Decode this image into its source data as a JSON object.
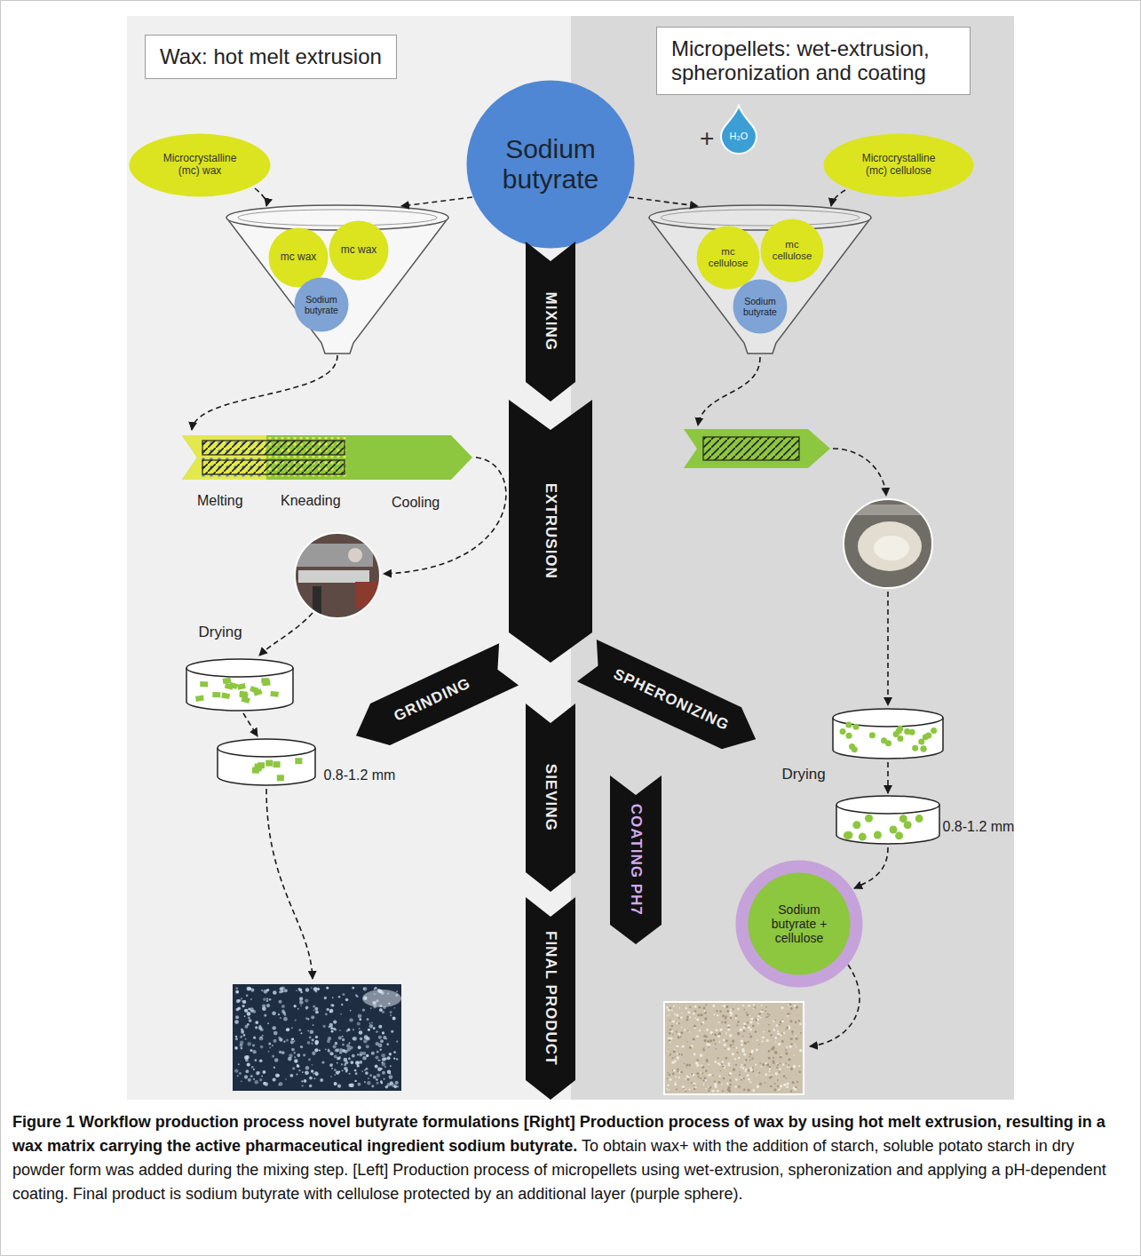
{
  "diagram": {
    "caption": "Figure 1 Workflow production process novel butyrate formulations [Right] Production process of wax by using hot melt extrusion, resulting in a wax matrix carrying the active pharmaceutical ingredient sodium butyrate. To obtain wax+ with the addition of starch, soluble potato starch in dry powder form was added during the mixing step. [Left] Production process of micropellets using wet-extrusion, spheronization and applying a pH-dependent coating. Final product is sodium butyrate with cellulose protected by an additional layer (purple sphere).",
    "nodes": [
      {
        "text": [
          "Wax: hot melt extrusion"
        ]
      },
      {
        "text": [
          "Micropellets: wet-extrusion, spheronization and coating"
        ]
      },
      {
        "text": [
          "Sodium butyrate"
        ]
      },
      {
        "text": [
          "H₂O"
        ]
      },
      {
        "text": [
          "Microcrystalline (mc) wax"
        ]
      },
      {
        "text": [
          "Microcrystalline (mc) cellulose"
        ]
      },
      {
        "text": [
          "mc wax"
        ]
      },
      {
        "text": [
          "mc wax"
        ]
      },
      {
        "text": [
          "Sodium butyrate"
        ]
      },
      {
        "text": [
          "mc cellulose"
        ]
      },
      {
        "text": [
          "mc cellulose"
        ]
      },
      {
        "text": [
          "Sodium butyrate"
        ]
      },
      {
        "text": [
          "MIXING"
        ]
      },
      {
        "text": [
          "EXTRUSION"
        ]
      },
      {
        "text": [
          "GRINDING"
        ]
      },
      {
        "text": [
          "SPHERONIZING"
        ]
      },
      {
        "text": [
          "SIEVING"
        ]
      },
      {
        "text": [
          "COATING PH7"
        ]
      },
      {
        "text": [
          "Sodium butyrate + cellulose"
        ]
      },
      {
        "text": [
          "FINAL PRODUCT"
        ]
      }
    ],
    "labels": [
      "+",
      "Melting",
      "Kneading",
      "Cooling",
      "Drying",
      "Drying",
      "0.8-1.2 mm",
      "0.8-1.2 mm"
    ]
  }
}
